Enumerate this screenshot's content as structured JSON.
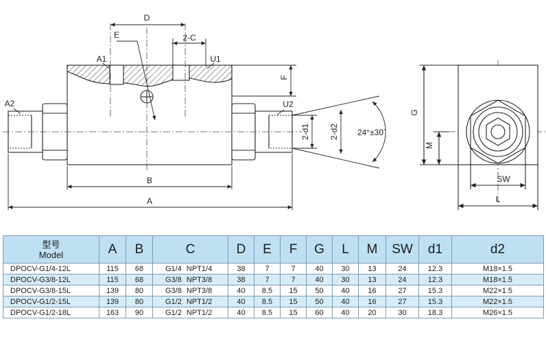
{
  "drawing": {
    "labels": {
      "D": "D",
      "E": "E",
      "twoC": "2-C",
      "A1": "A1",
      "U1": "U1",
      "A2": "A2",
      "U2": "U2",
      "F": "F",
      "twoD1": "2-d1",
      "twoD2": "2-d2",
      "angle": "24°±30´",
      "B": "B",
      "A": "A",
      "G": "G",
      "M": "M",
      "SW": "SW",
      "L": "L"
    }
  },
  "table": {
    "header": {
      "model_cn": "型号",
      "model_en": "Model",
      "cols": [
        "A",
        "B",
        "C",
        "D",
        "E",
        "F",
        "G",
        "L",
        "M",
        "SW",
        "d1",
        "d2"
      ]
    },
    "rows": [
      {
        "model": "DPOCV-G1/4-12L",
        "A": "115",
        "B": "68",
        "C": "G1/4  NPT1/4",
        "D": "38",
        "E": "7",
        "F": "7",
        "G": "40",
        "L": "30",
        "M": "13",
        "SW": "24",
        "d1": "12.3",
        "d2": "M18×1.5"
      },
      {
        "model": "DPOCV-G3/8-12L",
        "A": "115",
        "B": "68",
        "C": "G3/8  NPT3/8",
        "D": "38",
        "E": "7",
        "F": "7",
        "G": "40",
        "L": "30",
        "M": "13",
        "SW": "24",
        "d1": "12.3",
        "d2": "M18×1.5"
      },
      {
        "model": "DPOCV-G3/8-15L",
        "A": "139",
        "B": "80",
        "C": "G3/8  NPT3/8",
        "D": "40",
        "E": "8.5",
        "F": "15",
        "G": "50",
        "L": "40",
        "M": "16",
        "SW": "27",
        "d1": "15.3",
        "d2": "M22×1.5"
      },
      {
        "model": "DPOCV-G1/2-15L",
        "A": "139",
        "B": "80",
        "C": "G1/2  NPT1/2",
        "D": "40",
        "E": "8.5",
        "F": "15",
        "G": "50",
        "L": "40",
        "M": "16",
        "SW": "27",
        "d1": "15.3",
        "d2": "M22×1.5"
      },
      {
        "model": "DPOCV-G1/2-18L",
        "A": "163",
        "B": "90",
        "C": "G1/2  NPT1/2",
        "D": "40",
        "E": "8.5",
        "F": "15",
        "G": "60",
        "L": "40",
        "M": "20",
        "SW": "30",
        "d1": "18.3",
        "d2": "M26×1.5"
      }
    ]
  }
}
